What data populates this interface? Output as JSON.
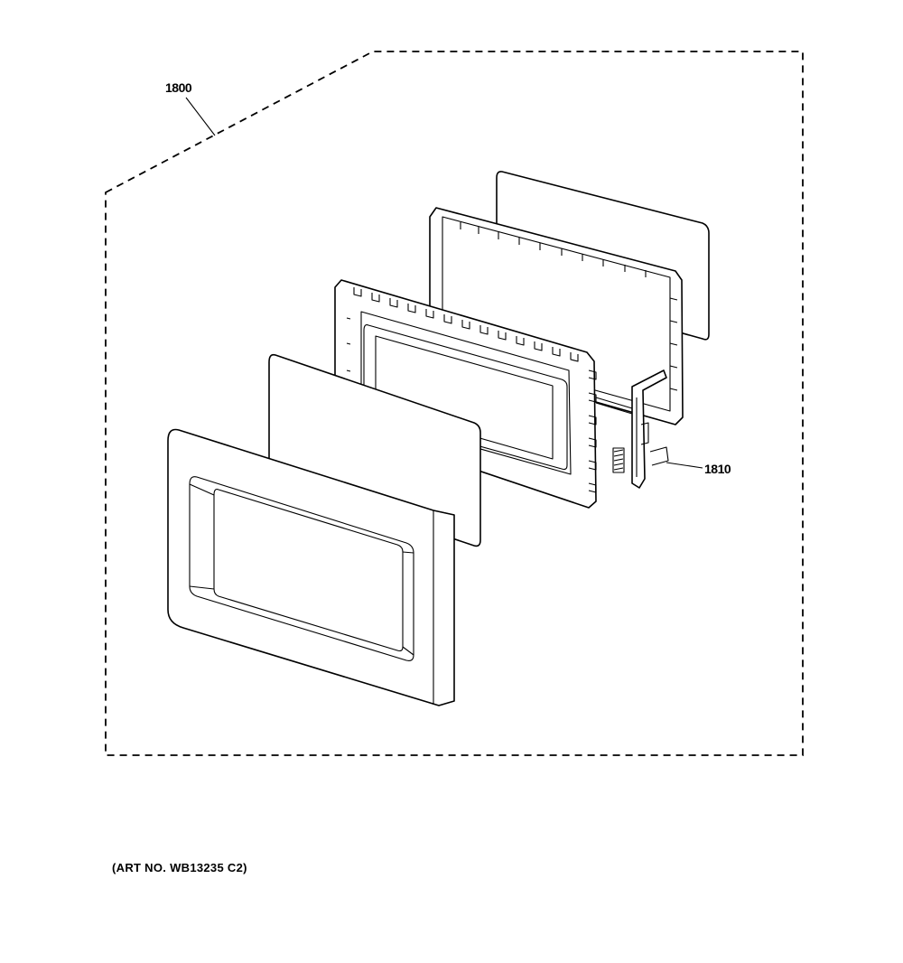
{
  "diagram": {
    "callouts": [
      {
        "label": "1800"
      },
      {
        "label": "1810"
      }
    ],
    "art_number": "(ART NO. WB13235 C2)"
  }
}
